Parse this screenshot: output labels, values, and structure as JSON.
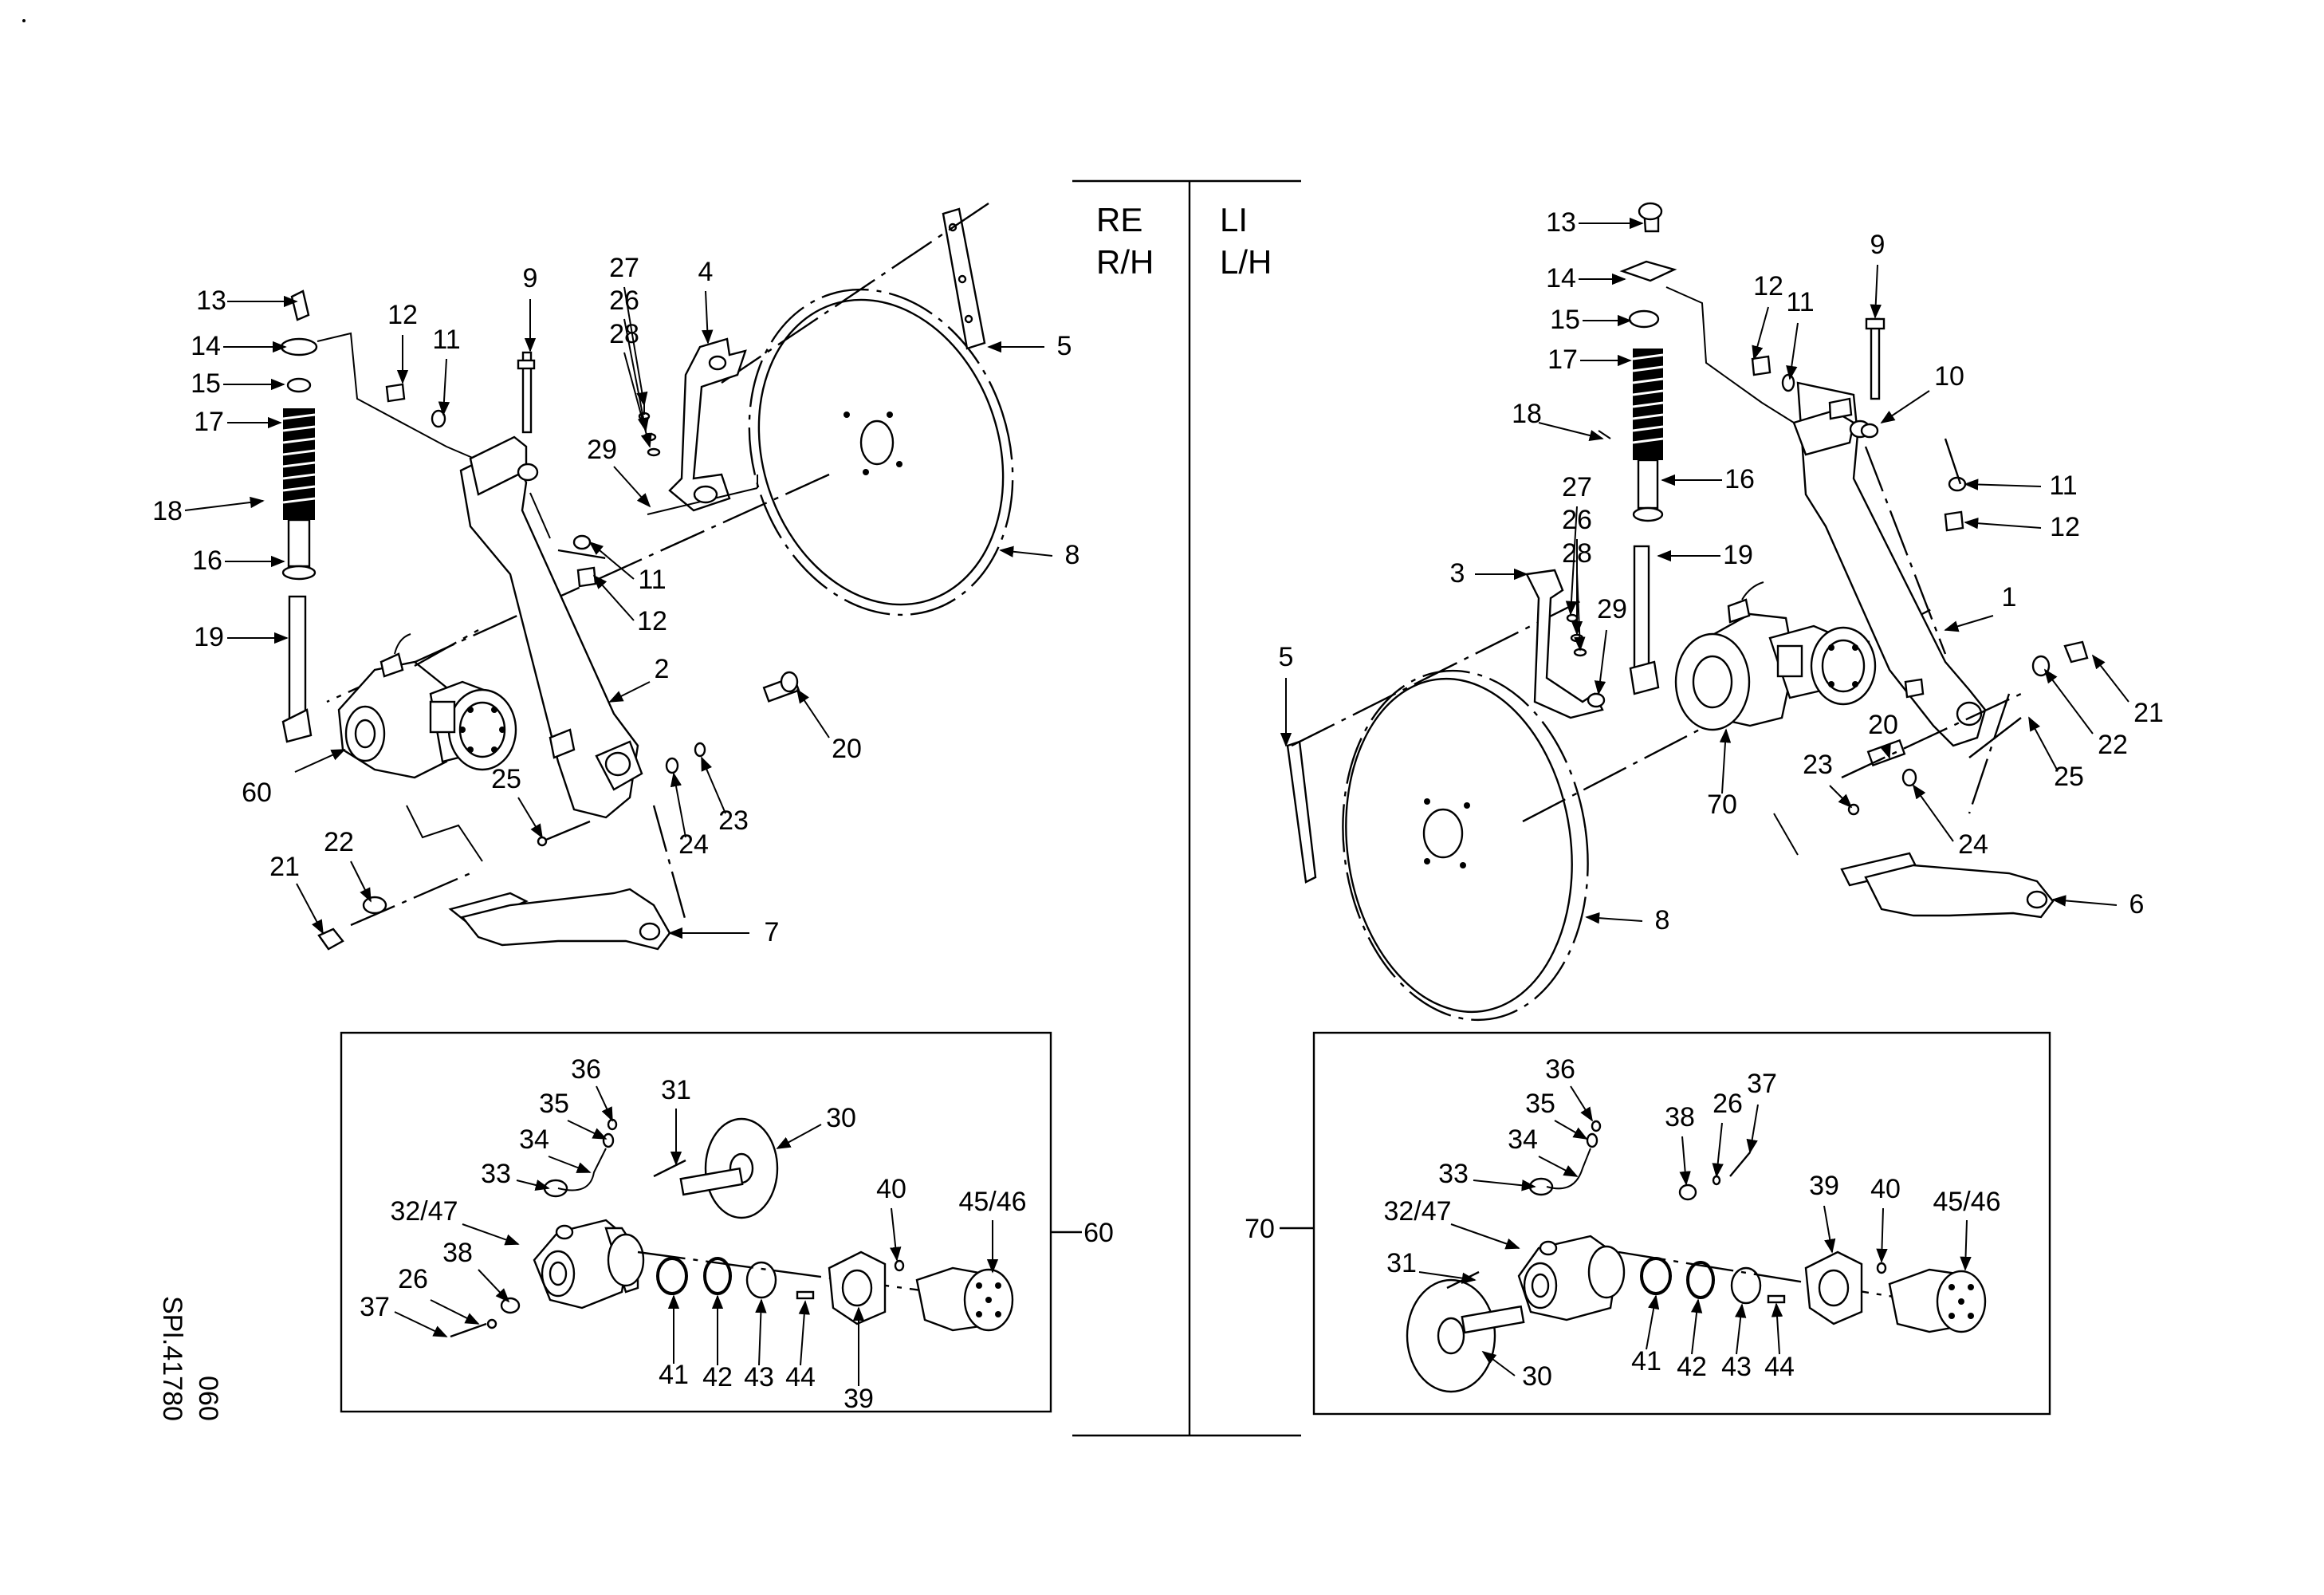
{
  "side_labels": {
    "right_de": "RE",
    "right_en": "R/H",
    "left_de": "LI",
    "left_en": "L/H"
  },
  "drawing_code": "SPL41780",
  "drawing_code_display": "SPl.41780",
  "sheet_number": "060",
  "right_hand": {
    "callouts": [
      "13",
      "14",
      "15",
      "17",
      "18",
      "16",
      "19",
      "60",
      "12",
      "11",
      "9",
      "11",
      "12",
      "2",
      "27",
      "26",
      "28",
      "4",
      "29",
      "5",
      "8",
      "20",
      "25",
      "24",
      "23",
      "22",
      "21",
      "7"
    ]
  },
  "left_hand": {
    "callouts": [
      "13",
      "14",
      "15",
      "17",
      "18",
      "12",
      "11",
      "9",
      "10",
      "11",
      "12",
      "16",
      "27",
      "26",
      "28",
      "19",
      "3",
      "29",
      "1",
      "5",
      "70",
      "20",
      "23",
      "24",
      "25",
      "22",
      "21",
      "6",
      "8"
    ]
  },
  "detail_60": {
    "ref": "60",
    "callouts": [
      "36",
      "35",
      "34",
      "33",
      "31",
      "30",
      "32/47",
      "38",
      "26",
      "37",
      "41",
      "42",
      "43",
      "44",
      "39",
      "40",
      "45/46"
    ]
  },
  "detail_70": {
    "ref": "70",
    "callouts": [
      "36",
      "35",
      "34",
      "33",
      "38",
      "26",
      "37",
      "32/47",
      "31",
      "30",
      "41",
      "42",
      "43",
      "44",
      "39",
      "40",
      "45/46"
    ]
  }
}
